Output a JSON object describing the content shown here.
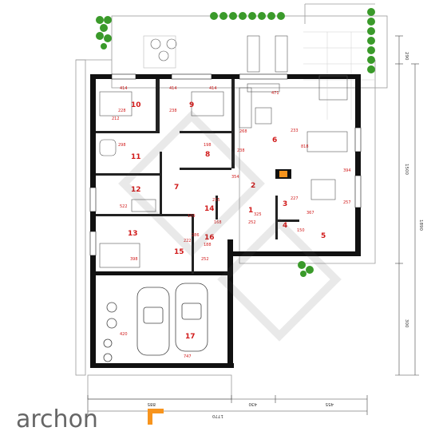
{
  "brand": {
    "name": "archon",
    "accent": "#f7941d",
    "logo_color": "#666666"
  },
  "colors": {
    "wall": "#111111",
    "label": "#d11a1a",
    "plant": "#3a9a2a",
    "fireplace": "#f7941d"
  },
  "rooms": [
    {
      "number": "1"
    },
    {
      "number": "2"
    },
    {
      "number": "3"
    },
    {
      "number": "4"
    },
    {
      "number": "5"
    },
    {
      "number": "6"
    },
    {
      "number": "7"
    },
    {
      "number": "8"
    },
    {
      "number": "9"
    },
    {
      "number": "10"
    },
    {
      "number": "11"
    },
    {
      "number": "12"
    },
    {
      "number": "13"
    },
    {
      "number": "14"
    },
    {
      "number": "15"
    },
    {
      "number": "16"
    },
    {
      "number": "17"
    }
  ],
  "inner_dims": [
    "414",
    "414",
    "414",
    "471",
    "228",
    "238",
    "298",
    "198",
    "818",
    "233",
    "394",
    "238",
    "354",
    "522",
    "325",
    "367",
    "215",
    "257",
    "398",
    "252",
    "188",
    "222",
    "252",
    "227",
    "150",
    "168",
    "747",
    "109",
    "212",
    "268",
    "420",
    "286"
  ],
  "outer_dims": {
    "right": [
      "290",
      "1500",
      "1890",
      "300"
    ],
    "bottom": [
      "885",
      "430",
      "455"
    ],
    "bottom_total": "1770"
  }
}
